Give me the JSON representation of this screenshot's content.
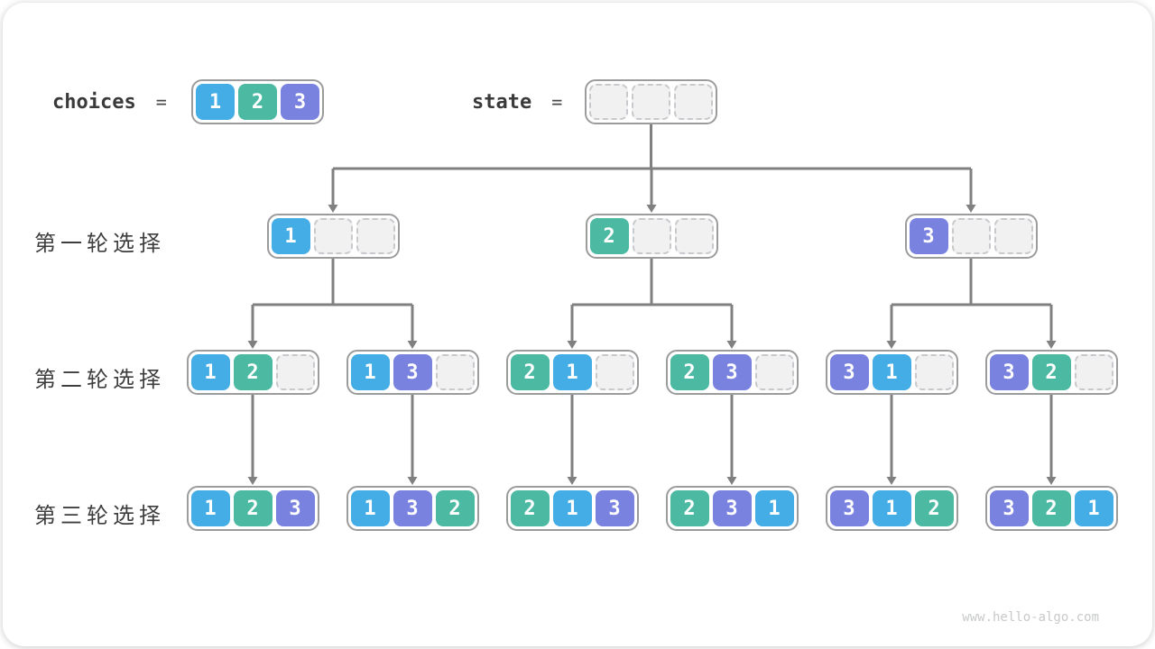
{
  "header": {
    "choices_label": "choices",
    "state_label": "state",
    "equals": "=",
    "choices_values": [
      "1",
      "2",
      "3"
    ],
    "state_values": [
      "",
      "",
      ""
    ]
  },
  "rows": [
    {
      "label": "第一轮选择",
      "nodes": [
        [
          "1",
          "",
          ""
        ],
        [
          "2",
          "",
          ""
        ],
        [
          "3",
          "",
          ""
        ]
      ]
    },
    {
      "label": "第二轮选择",
      "nodes": [
        [
          "1",
          "2",
          ""
        ],
        [
          "1",
          "3",
          ""
        ],
        [
          "2",
          "1",
          ""
        ],
        [
          "2",
          "3",
          ""
        ],
        [
          "3",
          "1",
          ""
        ],
        [
          "3",
          "2",
          ""
        ]
      ]
    },
    {
      "label": "第三轮选择",
      "nodes": [
        [
          "1",
          "2",
          "3"
        ],
        [
          "1",
          "3",
          "2"
        ],
        [
          "2",
          "1",
          "3"
        ],
        [
          "2",
          "3",
          "1"
        ],
        [
          "3",
          "1",
          "2"
        ],
        [
          "3",
          "2",
          "1"
        ]
      ]
    }
  ],
  "colors": {
    "1": "#45ade6",
    "2": "#4cbaa3",
    "3": "#7a82e0",
    "empty_bg": "#f1f1f2",
    "arrow": "#808080"
  },
  "watermark": "www.hello-algo.com"
}
